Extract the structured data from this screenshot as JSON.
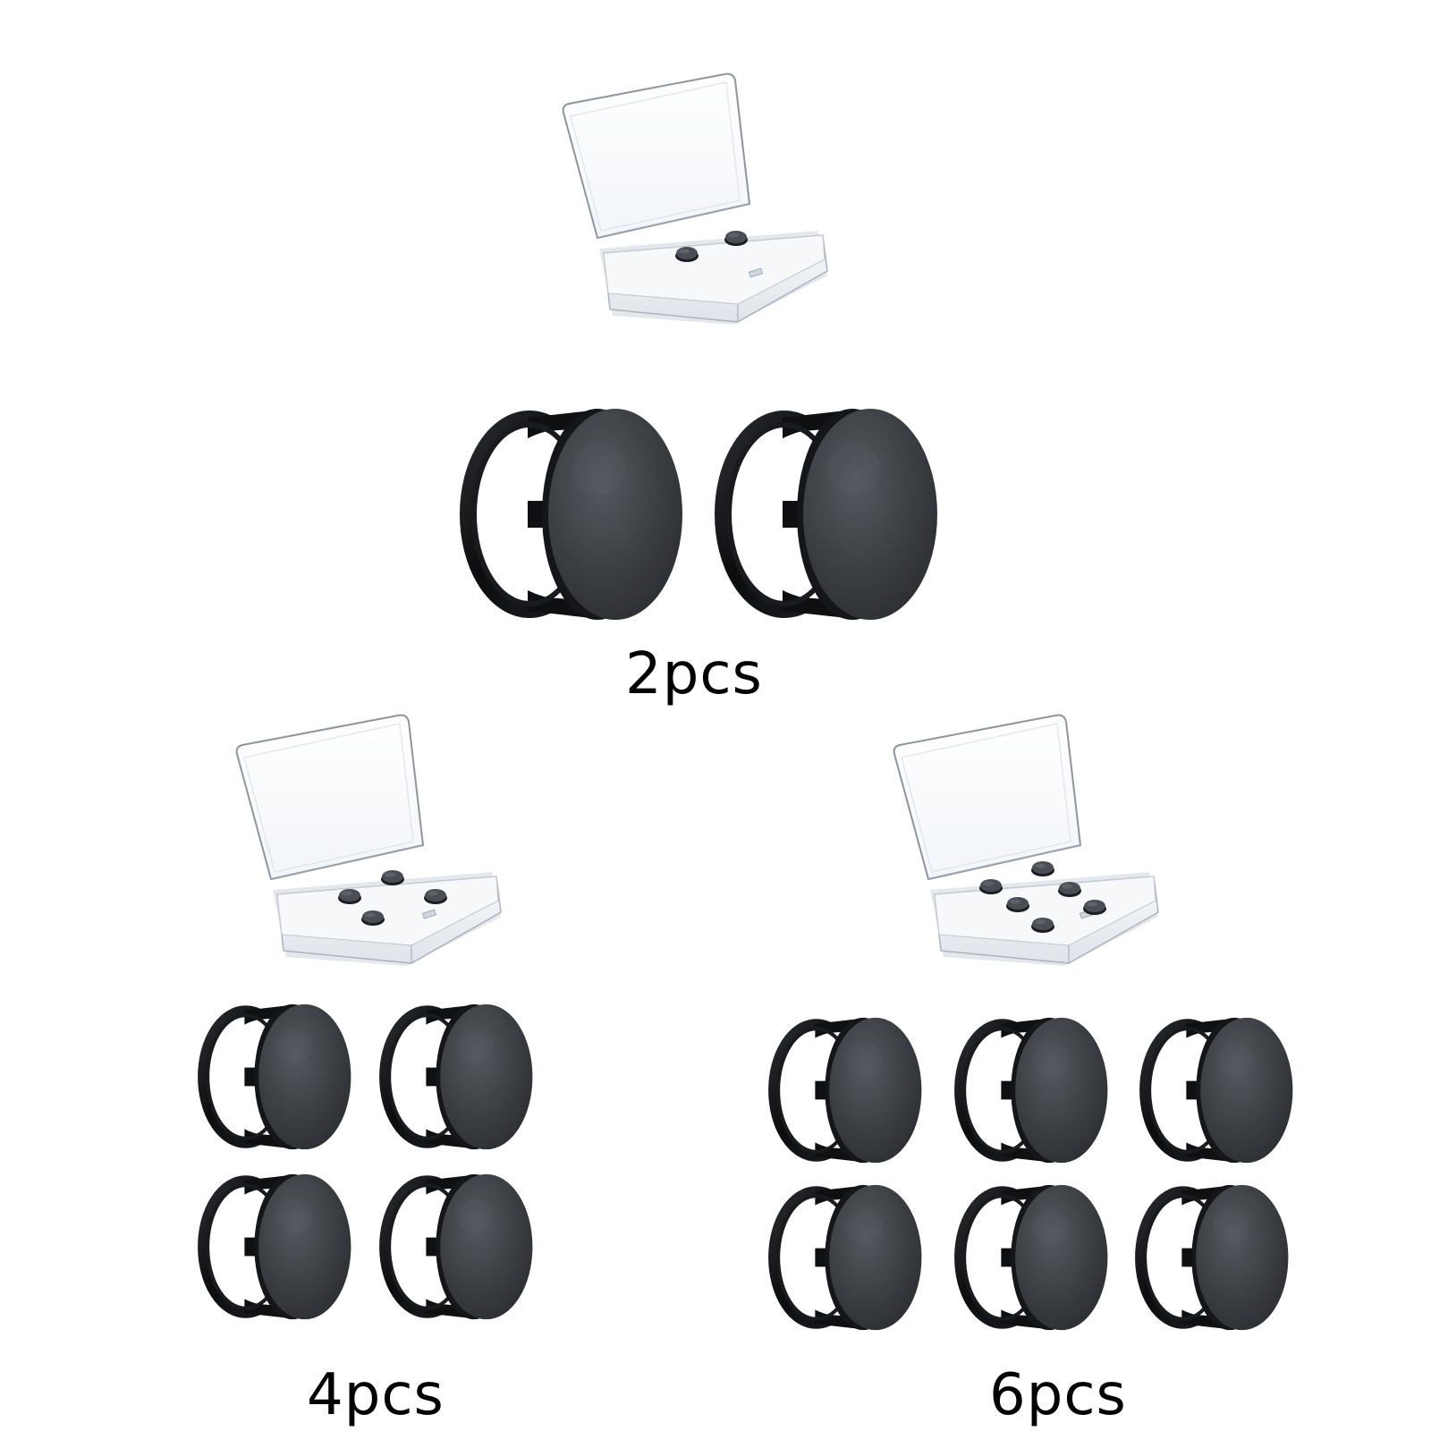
{
  "groups": [
    {
      "label": "2pcs",
      "count": 2
    },
    {
      "label": "4pcs",
      "count": 4
    },
    {
      "label": "6pcs",
      "count": 6
    }
  ],
  "colors": {
    "background": "#ffffff",
    "plug_face": "#3a3d42",
    "plug_ring": "#111214",
    "case_tray": "#eef1f5",
    "case_edge": "#b9c0c8"
  }
}
